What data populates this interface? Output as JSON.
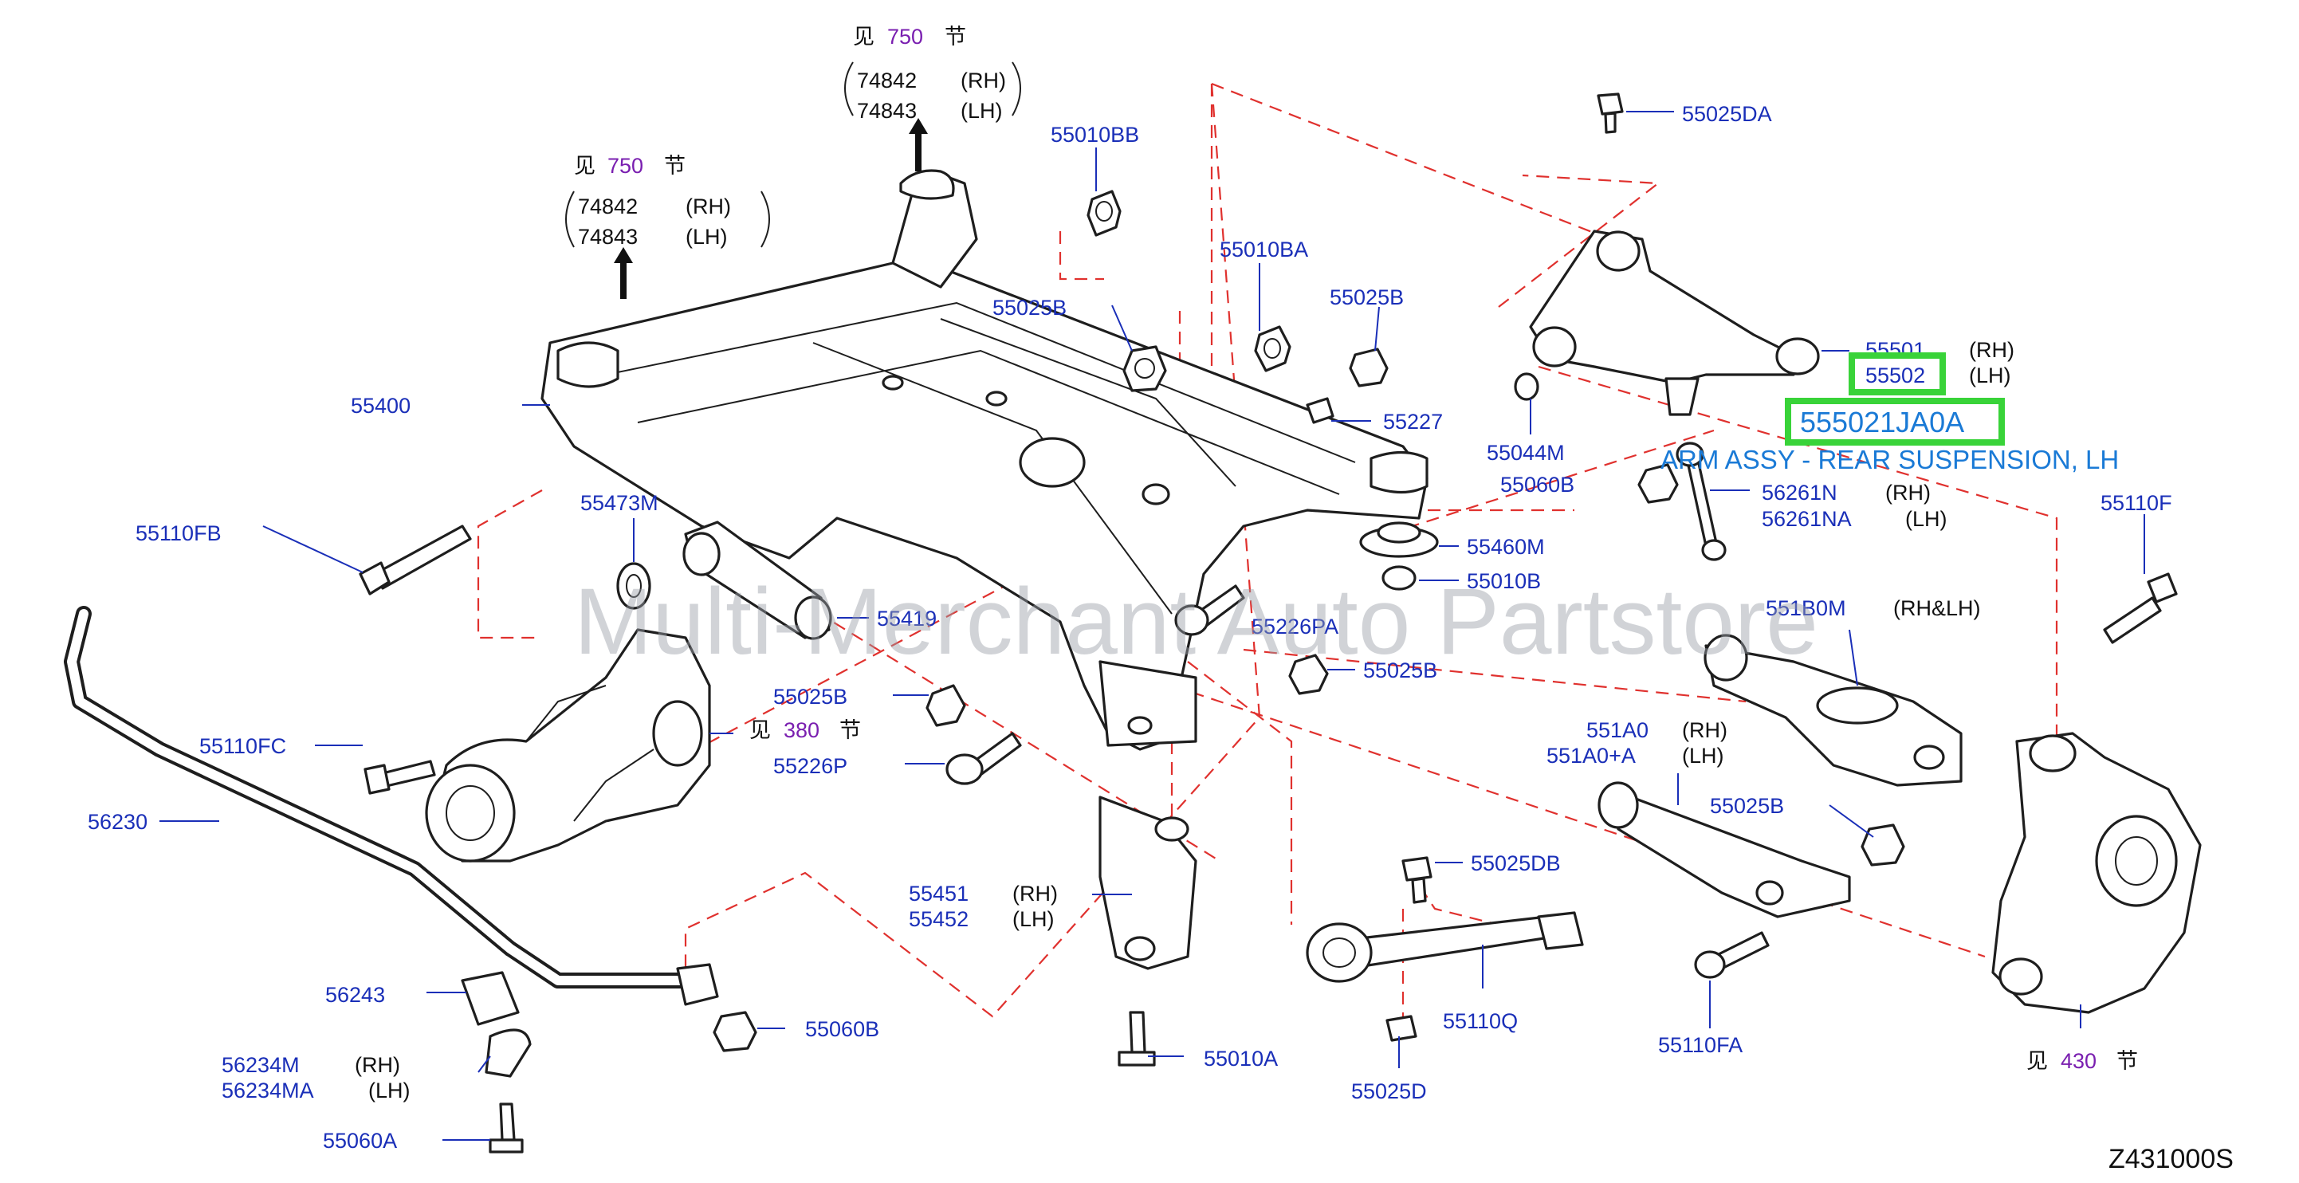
{
  "diagram": {
    "watermark": "Multi-Merchant Auto Partstore",
    "figure_code": "Z431000S",
    "highlight": {
      "part_number": "555021JA0A",
      "description": "ARM ASSY - REAR SUSPENSION, LH"
    },
    "section_refs": [
      {
        "prefix": "见",
        "number": "750",
        "suffix": "节"
      },
      {
        "prefix": "见",
        "number": "750",
        "suffix": "节"
      },
      {
        "prefix": "见",
        "number": "380",
        "suffix": "节"
      },
      {
        "prefix": "见",
        "number": "430",
        "suffix": "节"
      }
    ],
    "bracket_groups": [
      {
        "rows": [
          {
            "part": "74842",
            "side": "(RH)"
          },
          {
            "part": "74843",
            "side": "(LH)"
          }
        ]
      },
      {
        "rows": [
          {
            "part": "74842",
            "side": "(RH)"
          },
          {
            "part": "74843",
            "side": "(LH)"
          }
        ]
      }
    ],
    "labels": [
      {
        "part": "55010BB"
      },
      {
        "part": "55025DA"
      },
      {
        "part": "55010BA"
      },
      {
        "part": "55025B"
      },
      {
        "part": "55025B"
      },
      {
        "part": "55227"
      },
      {
        "part": "55400"
      },
      {
        "part": "55044M"
      },
      {
        "part": "55060B"
      },
      {
        "part": "55473M"
      },
      {
        "part": "55110FB"
      },
      {
        "part": "55460M"
      },
      {
        "part": "55010B"
      },
      {
        "part": "55419"
      },
      {
        "part": "55226PA"
      },
      {
        "part": "55025B"
      },
      {
        "part": "55025B"
      },
      {
        "part": "55110FC"
      },
      {
        "part": "55226P"
      },
      {
        "part": "56230"
      },
      {
        "part": "55110F"
      },
      {
        "part": "55025B"
      },
      {
        "part": "55025DB"
      },
      {
        "part": "56243"
      },
      {
        "part": "55060B"
      },
      {
        "part": "55010A"
      },
      {
        "part": "55110Q"
      },
      {
        "part": "55025D"
      },
      {
        "part": "55110FA"
      },
      {
        "part": "55060A"
      }
    ],
    "pair_labels": [
      {
        "rh": "55501",
        "rh_side": "(RH)",
        "lh": "55502",
        "lh_side": "(LH)"
      },
      {
        "rh": "56261N",
        "rh_side": "(RH)",
        "lh": "56261NA",
        "lh_side": "(LH)"
      },
      {
        "rh": "551A0",
        "rh_side": "(RH)",
        "lh": "551A0+A",
        "lh_side": "(LH)"
      },
      {
        "rh": "55451",
        "rh_side": "(RH)",
        "lh": "55452",
        "lh_side": "(LH)"
      },
      {
        "rh": "56234M",
        "rh_side": "(RH)",
        "lh": "56234MA",
        "lh_side": "(LH)"
      }
    ],
    "single_with_side": [
      {
        "part": "551B0M",
        "side": "(RH&LH)"
      }
    ]
  }
}
